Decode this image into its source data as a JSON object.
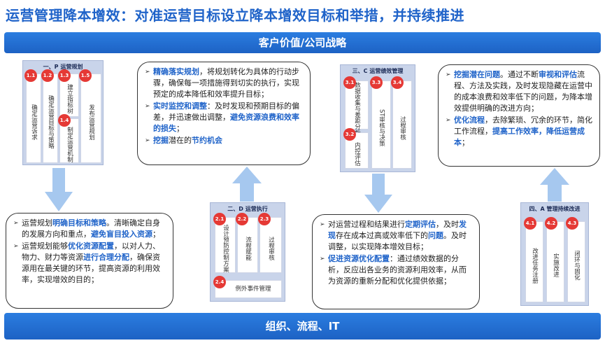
{
  "title": "运营管理降本增效：对准运营目标设立降本增效目标和举措，并持续推进",
  "band_top": "客户价值/公司战略",
  "band_bottom": "组织、流程、IT",
  "panel_p": {
    "title": "一、P 运营规划",
    "cells": [
      {
        "num": "1.1",
        "text": "确定运营诉求"
      },
      {
        "num": "1.2",
        "text": "确定运营目标与策略"
      },
      {
        "num": "1.3",
        "text": "建立指标树"
      },
      {
        "num": "1.4",
        "text": "制定运营机制"
      },
      {
        "num": "1.5",
        "text": "发布运营规划"
      }
    ]
  },
  "panel_d": {
    "title": "二、D 运营执行",
    "cells": [
      {
        "num": "2.1",
        "text": "设计预防控制方案"
      },
      {
        "num": "2.2",
        "text": "流程赋能"
      },
      {
        "num": "2.3",
        "text": "过程审核"
      },
      {
        "num": "2.4",
        "text": "例外事件管理"
      }
    ]
  },
  "panel_c": {
    "title": "三、C 运营绩效管理",
    "cells": [
      {
        "num": "3.1",
        "text": "数据收集与差距分析"
      },
      {
        "num": "3.2",
        "text": "内控评估"
      },
      {
        "num": "3.3",
        "text": "ST审核与决策"
      },
      {
        "num": "3.4",
        "text": "过程审核"
      }
    ]
  },
  "panel_a": {
    "title": "四、A 管理持续改进",
    "cells": [
      {
        "num": "4.1",
        "text": "改进任务注册"
      },
      {
        "num": "4.2",
        "text": "实施改进"
      },
      {
        "num": "4.3",
        "text": "闭环与固化"
      }
    ]
  },
  "box_plan": {
    "items": [
      [
        {
          "t": "运营规划"
        },
        {
          "t": "明确目标和策略",
          "hl": true
        },
        {
          "t": "。清晰确定自身的发展方向和重点，"
        },
        {
          "t": "避免盲目投入资源",
          "hl": true
        },
        {
          "t": "；"
        }
      ],
      [
        {
          "t": "运营规划能够"
        },
        {
          "t": "优化资源配置",
          "hl": true
        },
        {
          "t": "，以对人力、物力、财力等资源"
        },
        {
          "t": "进行合理分配",
          "hl": true
        },
        {
          "t": "，确保资源用在最关键的环节，提高资源的利用效率，实现增效的目的；"
        }
      ]
    ]
  },
  "box_exec": {
    "items": [
      [
        {
          "t": "精确落实规划",
          "hl": true
        },
        {
          "t": "，将规划转化为具体的行动步骤，确保每一项措施得到切实的执行，实现预定的成本降低和效率提升目标；"
        }
      ],
      [
        {
          "t": "实时监控和调整",
          "hl": true
        },
        {
          "t": "：及时发现和预期目标的偏差，并迅速做出调整，"
        },
        {
          "t": "避免资源浪费和效率的损失",
          "hl": true
        },
        {
          "t": "；"
        }
      ],
      [
        {
          "t": "挖掘",
          "hl": true
        },
        {
          "t": "潜在的"
        },
        {
          "t": "节约机会",
          "hl": true
        }
      ]
    ]
  },
  "box_check": {
    "items": [
      [
        {
          "t": "对运营过程和结果进行"
        },
        {
          "t": "定期评估",
          "hl": true
        },
        {
          "t": "，及时"
        },
        {
          "t": "发现",
          "hl": true
        },
        {
          "t": "存在成本过高或效率低下的"
        },
        {
          "t": "问题",
          "hl": true
        },
        {
          "t": "。及时调整，以实现降本增效目标；"
        }
      ],
      [
        {
          "t": "促进资源优化配置",
          "hl": true
        },
        {
          "t": "：通过绩效数据的分析，反应出各业务的资源利用效率，从而为资源的重新分配和优化提供依据；"
        }
      ]
    ]
  },
  "box_improve": {
    "items": [
      [
        {
          "t": "挖掘潜在",
          "hl": true
        },
        {
          "t": "问题",
          "hl": true
        },
        {
          "t": "。通过不断"
        },
        {
          "t": "审视和评估",
          "hl": true
        },
        {
          "t": "流程、方法及实践，及时发现隐藏在运营中的成本浪费和效率低下的问题，为降本增效提供明确的改进方向；"
        }
      ],
      [
        {
          "t": "优化流程",
          "hl": true
        },
        {
          "t": "，去除繁琐、冗余的环节，简化工作流程，"
        },
        {
          "t": "提高工作效率，降低运营成本",
          "hl": true
        },
        {
          "t": "；"
        }
      ]
    ]
  }
}
